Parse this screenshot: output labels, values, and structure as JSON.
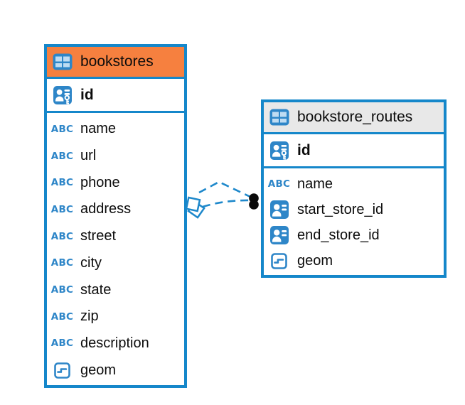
{
  "diagram": {
    "background": "#ffffff",
    "border_blue": "#1587CA",
    "icon_blue": "#2E86C8",
    "icon_cell_blue": "#BFDCF2",
    "link_color": "#1E88CB",
    "text_color": "#0c0c0c"
  },
  "icons": {
    "text_type_label": "ABC"
  },
  "tables": [
    {
      "name": "bookstores",
      "header_color": "#F6803F",
      "key_column": {
        "name": "id",
        "icon": "primary-key"
      },
      "columns": [
        {
          "name": "name",
          "icon": "text"
        },
        {
          "name": "url",
          "icon": "text"
        },
        {
          "name": "phone",
          "icon": "text"
        },
        {
          "name": "address",
          "icon": "text"
        },
        {
          "name": "street",
          "icon": "text"
        },
        {
          "name": "city",
          "icon": "text"
        },
        {
          "name": "state",
          "icon": "text"
        },
        {
          "name": "zip",
          "icon": "text"
        },
        {
          "name": "description",
          "icon": "text"
        },
        {
          "name": "geom",
          "icon": "geometry"
        }
      ]
    },
    {
      "name": "bookstore_routes",
      "header_color": "#E8E8E8",
      "key_column": {
        "name": "id",
        "icon": "primary-key"
      },
      "columns": [
        {
          "name": "name",
          "icon": "text"
        },
        {
          "name": "start_store_id",
          "icon": "reference"
        },
        {
          "name": "end_store_id",
          "icon": "reference"
        },
        {
          "name": "geom",
          "icon": "geometry"
        }
      ]
    }
  ],
  "relationships": [
    {
      "from_table": "bookstores",
      "to_table": "bookstore_routes",
      "line_style": "dashed"
    },
    {
      "from_table": "bookstores",
      "to_table": "bookstore_routes",
      "line_style": "dashed"
    }
  ]
}
